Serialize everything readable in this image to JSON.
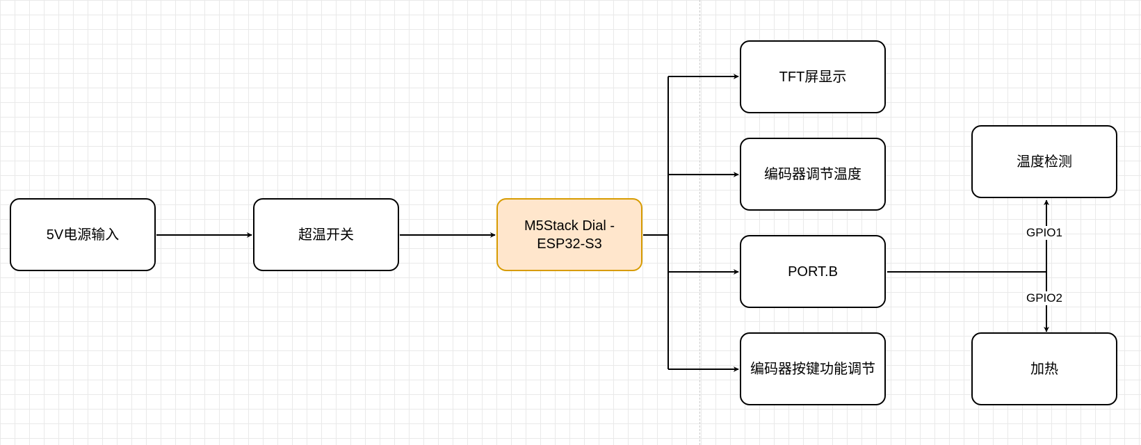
{
  "diagram": {
    "nodes": {
      "power_input": "5V电源输入",
      "thermal_switch": "超温开关",
      "controller": "M5Stack Dial -\nESP32-S3",
      "tft_display": "TFT屏显示",
      "encoder_temp": "编码器调节温度",
      "port_b": "PORT.B",
      "encoder_button": "编码器按键功能调节",
      "temp_detect": "温度检测",
      "heating": "加热"
    },
    "edge_labels": {
      "gpio1": "GPIO1",
      "gpio2": "GPIO2"
    }
  },
  "colors": {
    "line": "#000000",
    "node_border": "#000000",
    "highlight_fill": "#ffe6cc",
    "highlight_border": "#d79b00",
    "grid": "#e9e9e9"
  }
}
